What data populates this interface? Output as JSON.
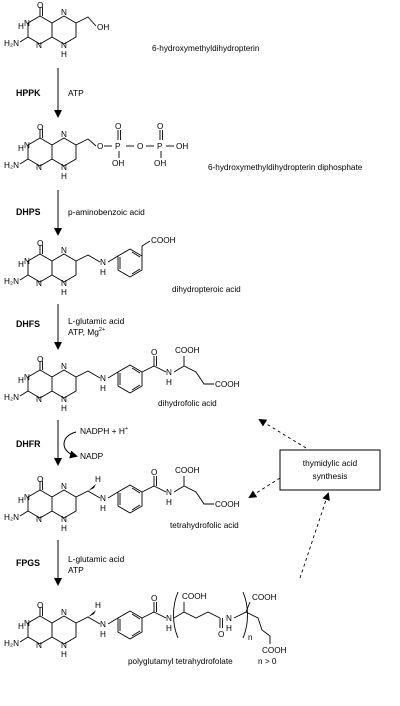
{
  "structures": [
    {
      "name": "6-hydroxymethyldihydropterin"
    },
    {
      "name": "6-hydroxymethyldihydropterin diphosphate"
    },
    {
      "name": "dihydropteroic acid"
    },
    {
      "name": "dihydrofolic acid"
    },
    {
      "name": "tetrahydrofolic acid"
    },
    {
      "name": "polyglutamyl tetrahydrofolate"
    }
  ],
  "steps": [
    {
      "enzyme": "HPPK",
      "reagents": [
        "ATP"
      ]
    },
    {
      "enzyme": "DHPS",
      "reagents": [
        "p-aminobenzoic acid"
      ]
    },
    {
      "enzyme": "DHFS",
      "reagents": [
        "L-glutamic acid",
        "ATP, Mg"
      ]
    },
    {
      "enzyme": "DHFR",
      "reagents": [
        "NADPH + H",
        "NADP"
      ]
    },
    {
      "enzyme": "FPGS",
      "reagents": [
        "L-glutamic acid",
        "ATP"
      ]
    }
  ],
  "box": {
    "line1": "thymidylic acid",
    "line2": "synthesis"
  },
  "labels": {
    "oh": "OH",
    "o": "O",
    "p": "P",
    "n": "N",
    "h": "H",
    "nh2": "H₂N",
    "nh": "N",
    "cooh": "COOH",
    "mg_charge": "2+",
    "h_plus": "+",
    "n_subscript": "n",
    "n_condition": "n > 0"
  }
}
